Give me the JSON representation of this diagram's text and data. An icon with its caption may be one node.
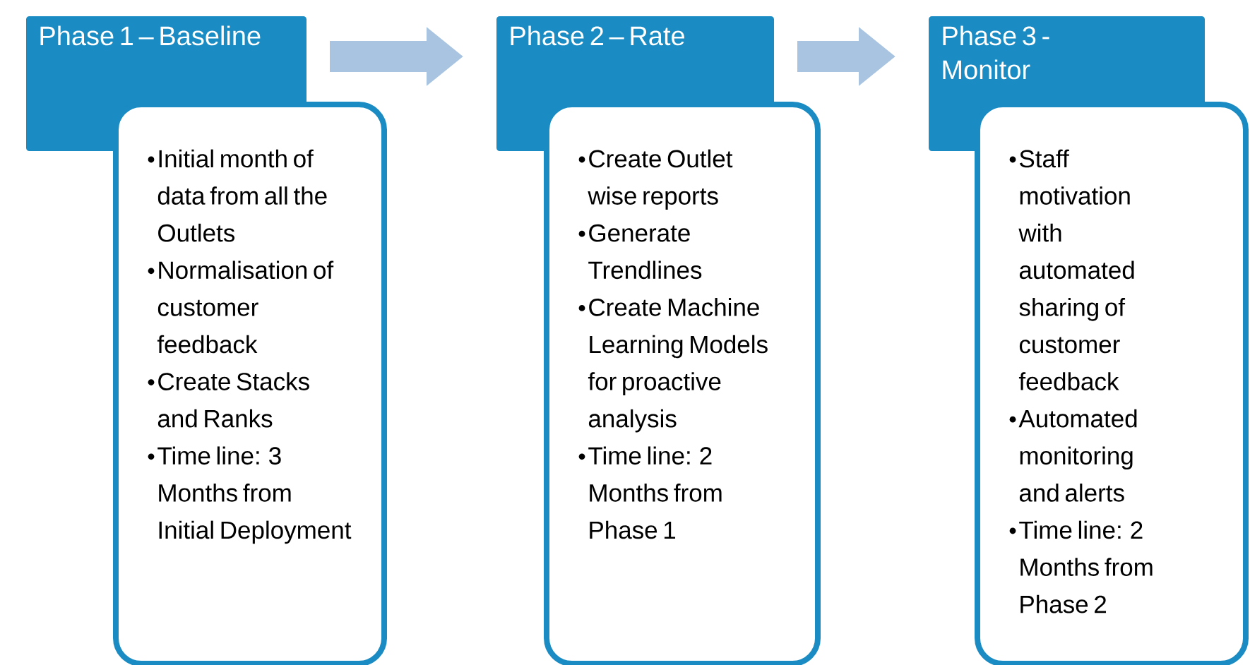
{
  "diagram": {
    "nodes": [
      {
        "text": [
          "Phase 1 – Baseline"
        ]
      },
      {
        "text": [
          "Initial month of data from all the Outlets",
          "Normalisation of customer feedback",
          "Create Stacks and Ranks",
          "Time line: 3 Months from Initial Deployment"
        ]
      },
      {
        "text": [
          "Phase 2 – Rate"
        ]
      },
      {
        "text": [
          "Create Outlet wise reports",
          "Generate Trendlines",
          "Create Machine Learning Models for proactive analysis",
          "Time line: 2 Months from Phase 1"
        ]
      },
      {
        "text": [
          "Phase 3 - Monitor"
        ]
      },
      {
        "text": [
          "Staff motivation with automated sharing of customer feedback",
          "Automated monitoring and alerts",
          "Time line: 2 Months from Phase 2"
        ]
      }
    ],
    "edges": [
      {
        "from": 0,
        "to": 2,
        "arrow": "to"
      },
      {
        "from": 2,
        "to": 4,
        "arrow": "to"
      }
    ]
  }
}
